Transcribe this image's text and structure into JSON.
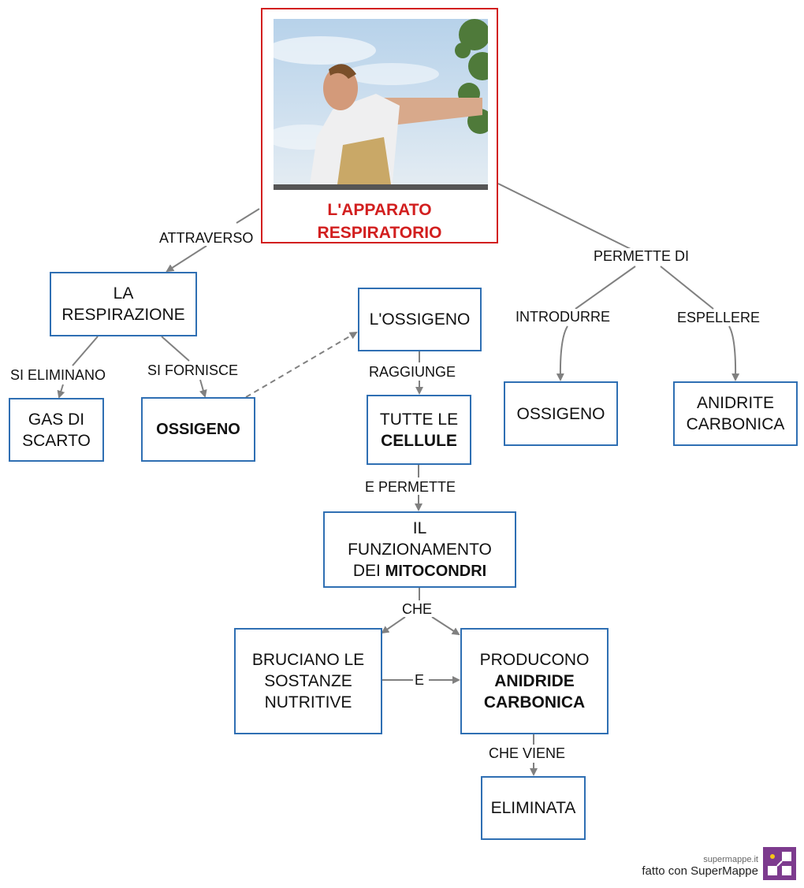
{
  "root": {
    "title_line1": "L'APPARATO",
    "title_line2": "RESPIRATORIO",
    "image": "person-breathing-sky-photo"
  },
  "nodes": {
    "respirazione": {
      "line1": "LA",
      "line2": "RESPIRAZIONE"
    },
    "gas_di_scarto": {
      "line1": "GAS DI",
      "line2": "SCARTO"
    },
    "ossigeno_left": {
      "text": "OSSIGENO"
    },
    "lossigeno": {
      "text": "L'OSSIGENO"
    },
    "tutte_le_cellule": {
      "line1": "TUTTE LE",
      "line2_bold": "CELLULE"
    },
    "funzionamento": {
      "line1": "IL",
      "line2": "FUNZIONAMENTO",
      "line3_plain": "DEI",
      "line3_bold": "MITOCONDRI"
    },
    "bruciano": {
      "line1": "BRUCIANO LE",
      "line2": "SOSTANZE",
      "line3": "NUTRITIVE"
    },
    "producono": {
      "line1": "PRODUCONO",
      "line2_bold": "ANIDRIDE",
      "line3_bold": "CARBONICA"
    },
    "eliminata": {
      "text": "ELIMINATA"
    },
    "ossigeno_right": {
      "text": "OSSIGENO"
    },
    "anidrite": {
      "line1": "ANIDRITE",
      "line2": "CARBONICA"
    }
  },
  "labels": {
    "attraverso": "ATTRAVERSO",
    "permette_di": "PERMETTE DI",
    "si_eliminano": "SI ELIMINANO",
    "si_fornisce": "SI FORNISCE",
    "raggiunge": "RAGGIUNGE",
    "e_permette": "E PERMETTE",
    "che": "CHE",
    "e": "E",
    "che_viene": "CHE VIENE",
    "introdurre": "INTRODURRE",
    "espellere": "ESPELLERE"
  },
  "footer": {
    "site": "supermappe.it",
    "made_with": "fatto con SuperMappe"
  },
  "colors": {
    "node_border": "#2f6fb3",
    "root_border": "#d21f1f",
    "connector": "#808080",
    "logo": "#7d3b8e"
  }
}
